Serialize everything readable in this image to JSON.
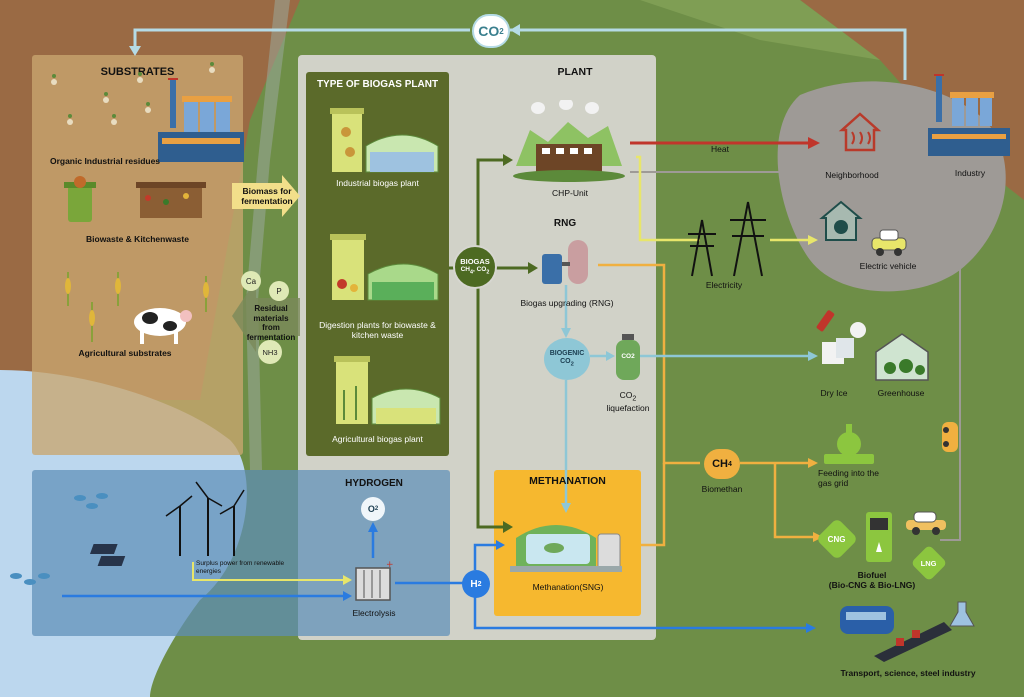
{
  "colors": {
    "heat": "#c0352b",
    "electricity": "#e8e66a",
    "biogas": "#4d6a22",
    "rng": "#f0b040",
    "co2": "#8ec7d6",
    "hydrogen": "#2a7be0",
    "biomass_arrow": "#f2df8a",
    "co2_return": "#b5dbe6"
  },
  "top": {
    "co2": "CO",
    "co2_sub": "2"
  },
  "substrates": {
    "title": "SUBSTRATES",
    "organic": "Organic Industrial residues",
    "biowaste": "Biowaste & Kitchenwaste",
    "agricultural": "Agricultural substrates"
  },
  "biomass_arrow": "Biomass for fermentation",
  "residual": {
    "label": "Residual materials from fermentation",
    "ca": "Ca",
    "p": "P",
    "nh3": "NH3"
  },
  "biogas_plant": {
    "title": "TYPE OF BIOGAS PLANT",
    "industrial": "Industrial biogas plant",
    "digestion": "Digestion plants for biowaste & kitchen waste",
    "agricultural": "Agricultural biogas plant"
  },
  "plant": {
    "title": "PLANT",
    "chp": "CHP-Unit",
    "rng_title": "RNG",
    "upgrading": "Biogas upgrading (RNG)",
    "biogas_node_1": "BIOGAS",
    "biogas_node_2": "CH",
    "biogas_node_3": ", CO",
    "biogenic_1": "BIOGENIC",
    "biogenic_2": "CO",
    "co2_tank": "CO2",
    "co2_liq_1": "CO",
    "co2_liq_2": " liquefaction",
    "methanation_title": "METHANATION",
    "methanation": "Methanation(SNG)"
  },
  "hydrogen": {
    "title": "HYDROGEN",
    "o2": "O",
    "surplus": "Surplus power from renewable energies",
    "electrolysis": "Electrolysis",
    "h2": "H"
  },
  "outputs": {
    "heat": "Heat",
    "neighborhood": "Neighborhood",
    "industry": "Industry",
    "electricity": "Electricity",
    "ev": "Electric vehicle",
    "dry_ice": "Dry Ice",
    "greenhouse": "Greenhouse",
    "ch4": "CH",
    "biomethan": "Biomethan",
    "gas_grid": "Feeding into the gas grid",
    "cng": "CNG",
    "lng": "LNG",
    "biofuel_1": "Biofuel",
    "biofuel_2": "(Bio-CNG & Bio-LNG)",
    "transport": "Transport, science, steel industry"
  }
}
